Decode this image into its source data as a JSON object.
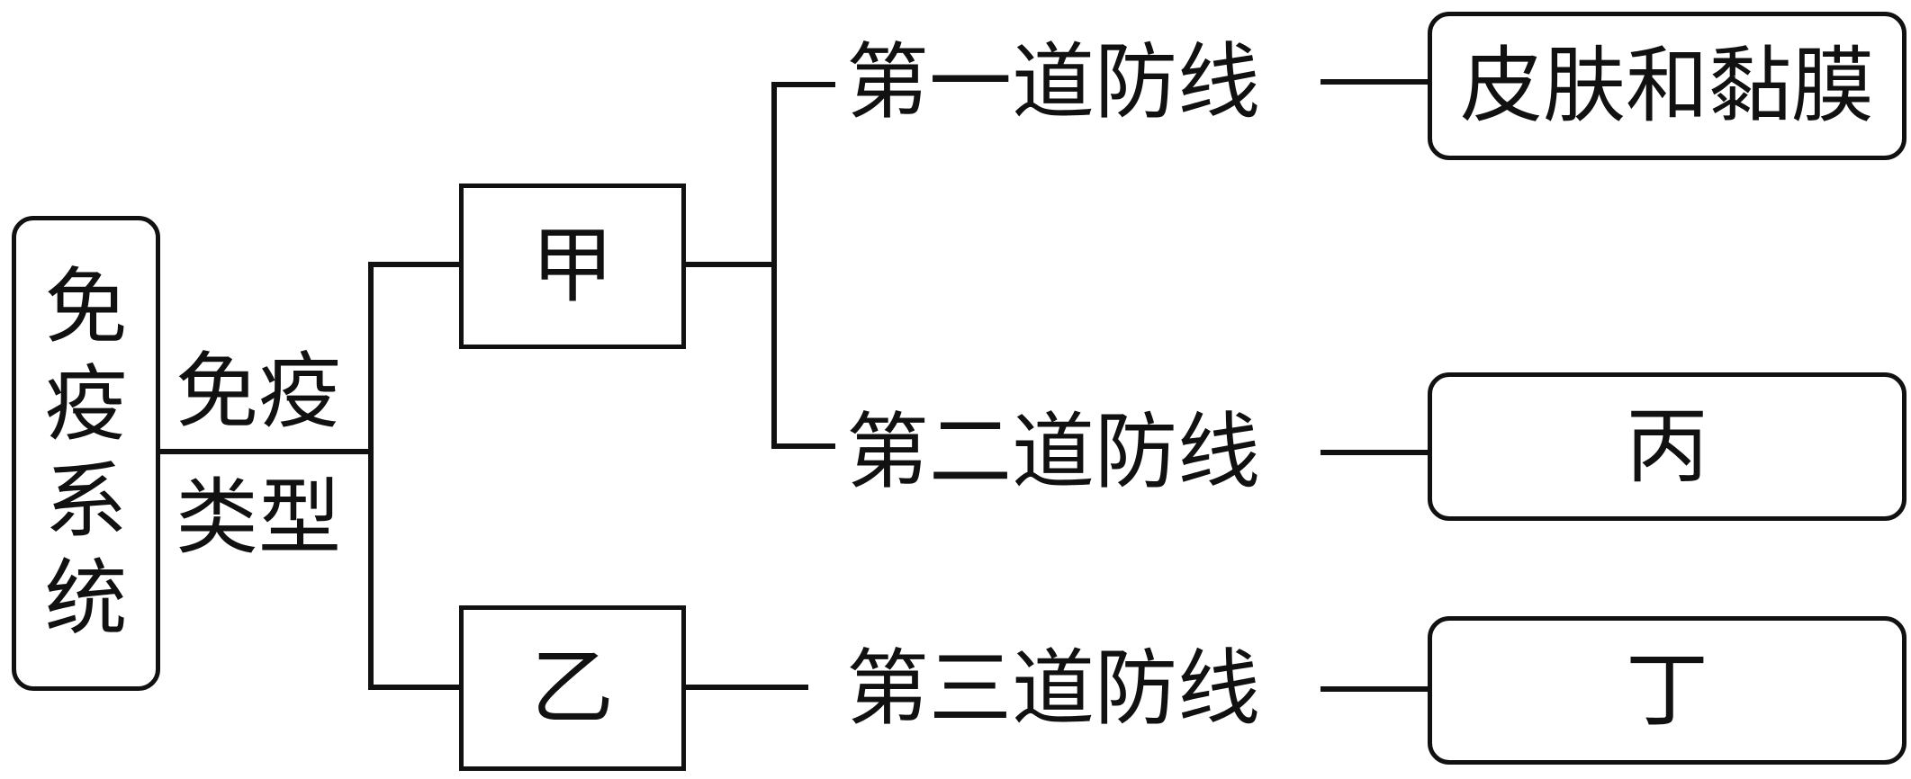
{
  "root": {
    "label": "免疫系统",
    "chars": [
      "免",
      "疫",
      "系",
      "统"
    ]
  },
  "branch_label": {
    "line1": "免疫",
    "line2": "类型"
  },
  "types": {
    "jia": "甲",
    "yi": "乙"
  },
  "defense_lines": {
    "first": "第一道防线",
    "second": "第二道防线",
    "third": "第三道防线"
  },
  "components": {
    "first": "皮肤和黏膜",
    "second": "丙",
    "third": "丁"
  },
  "colors": {
    "line": "#111111",
    "background": "#ffffff"
  }
}
